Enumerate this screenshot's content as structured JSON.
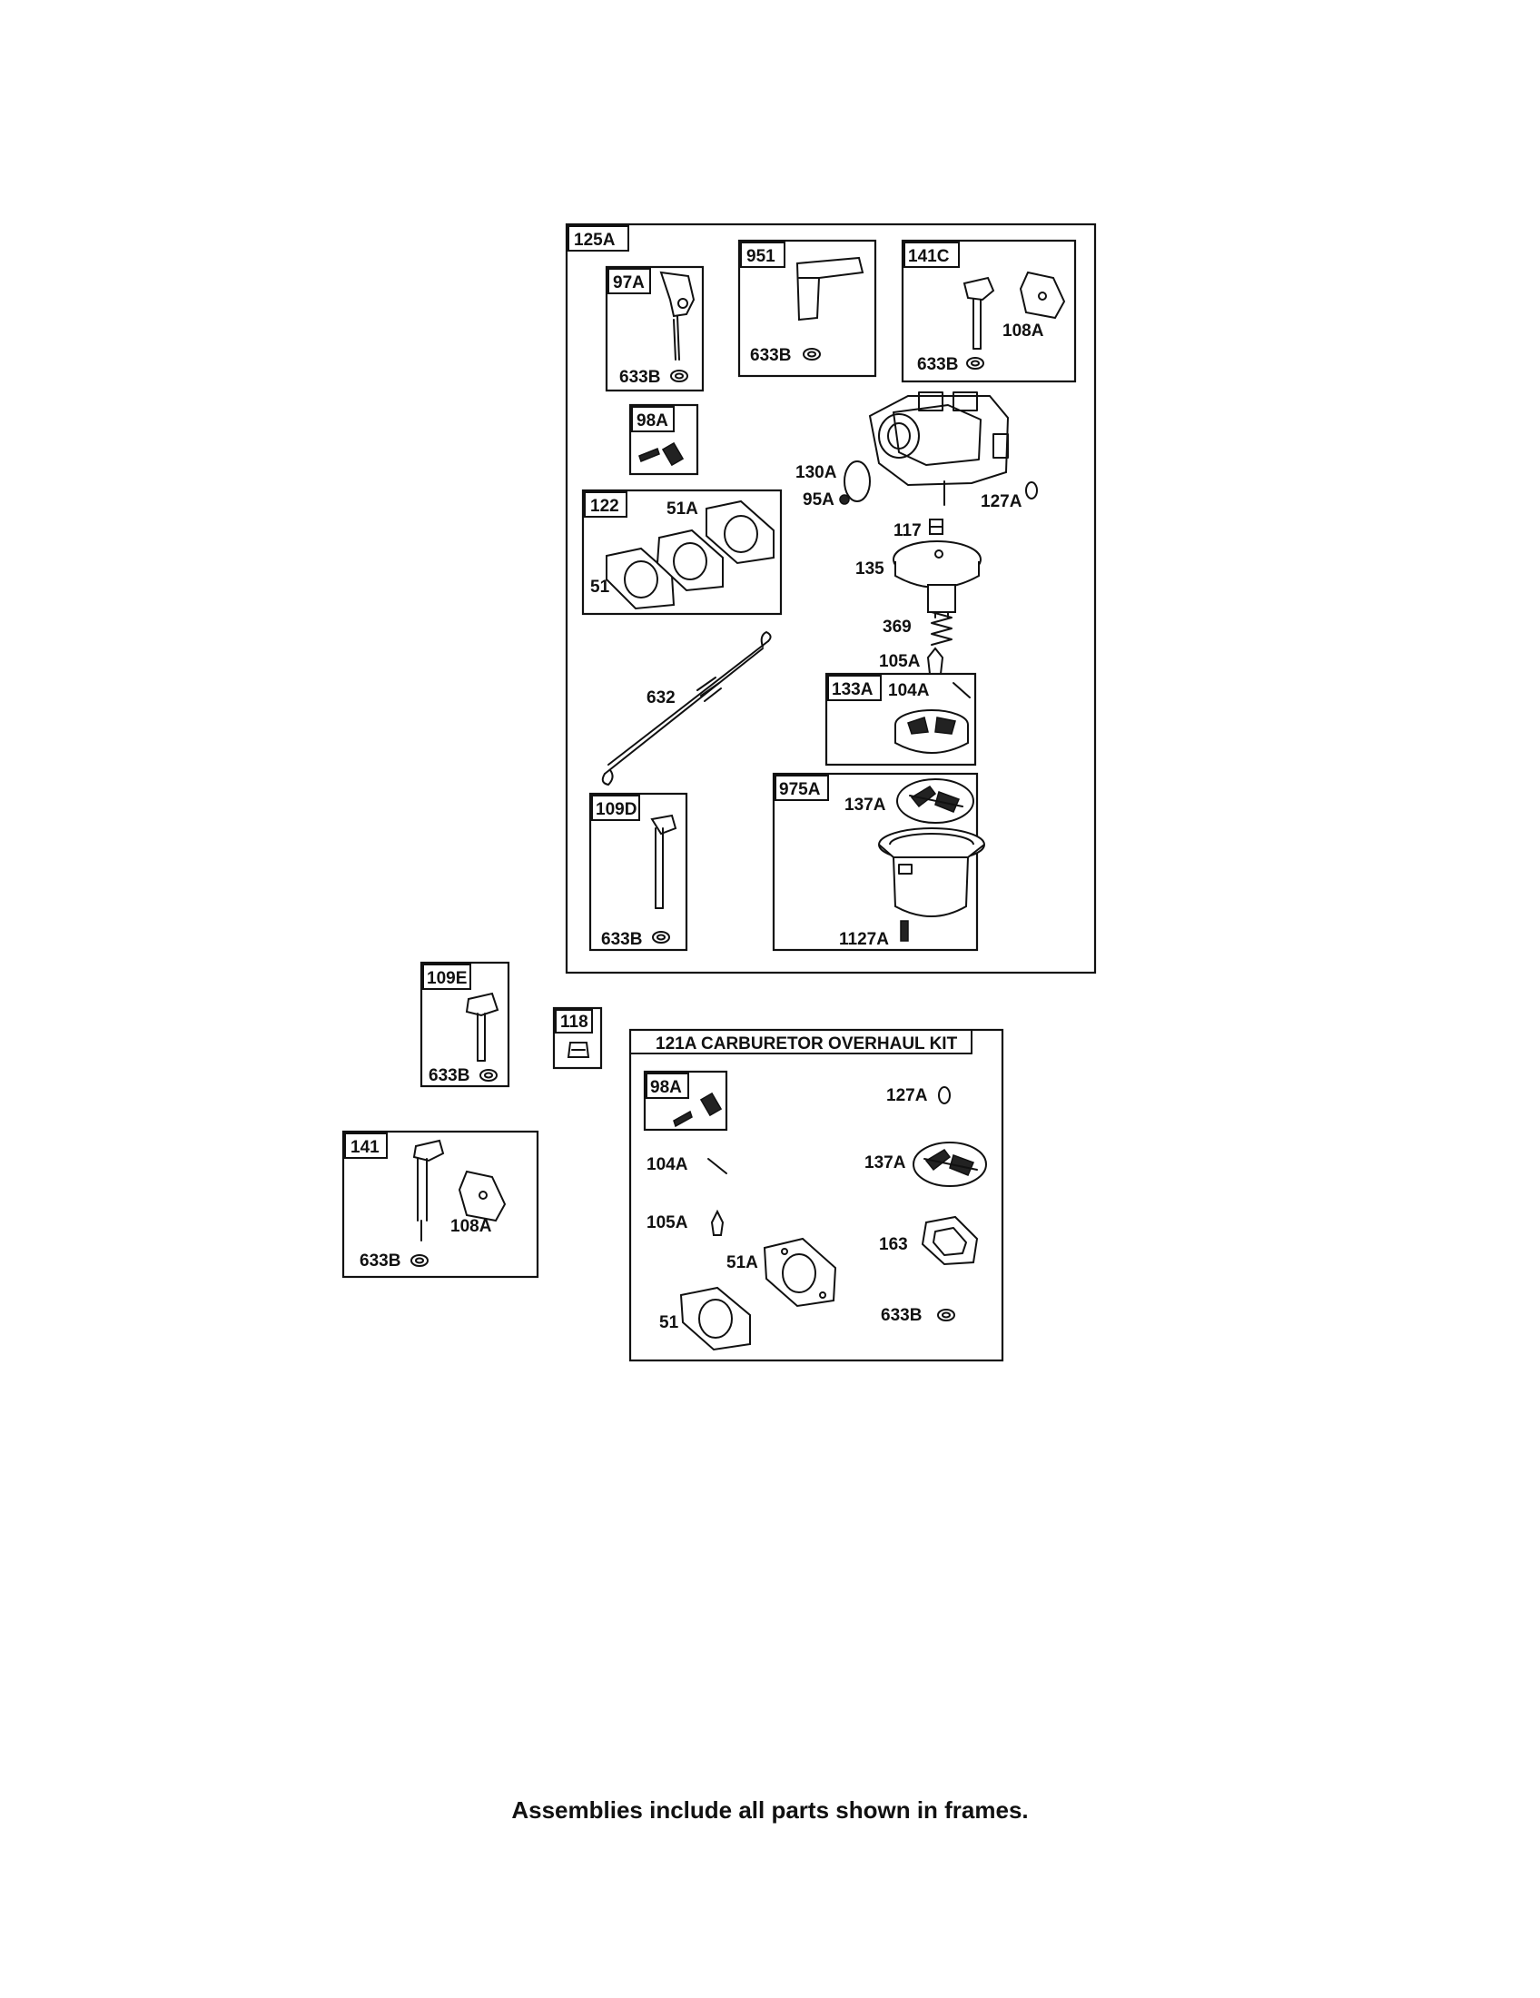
{
  "frames": {
    "f125A": "125A",
    "f97A": "97A",
    "f951": "951",
    "f141C": "141C",
    "f98A": "98A",
    "f122": "122",
    "f133A": "133A",
    "f975A": "975A",
    "f109D": "109D",
    "f109E": "109E",
    "f118": "118",
    "f141": "141",
    "f98A_kit": "98A"
  },
  "kit_title": "121A CARBURETOR OVERHAUL KIT",
  "labels": {
    "l633B_97A": "633B",
    "l633B_951": "633B",
    "l108A_141C": "108A",
    "l633B_141C": "633B",
    "l130A": "130A",
    "l95A": "95A",
    "l127A": "127A",
    "l117": "117",
    "l51A": "51A",
    "l51": "51",
    "l135": "135",
    "l369": "369",
    "l105A": "105A",
    "l632": "632",
    "l104A": "104A",
    "l137A": "137A",
    "l1127A": "1127A",
    "l633B_109D": "633B",
    "l633B_109E": "633B",
    "l108A_141": "108A",
    "l633B_141": "633B",
    "k127A": "127A",
    "k104A": "104A",
    "k137A": "137A",
    "k105A": "105A",
    "k163": "163",
    "k51A": "51A",
    "k51": "51",
    "k633B": "633B"
  },
  "footer": "Assemblies include all parts shown in frames."
}
